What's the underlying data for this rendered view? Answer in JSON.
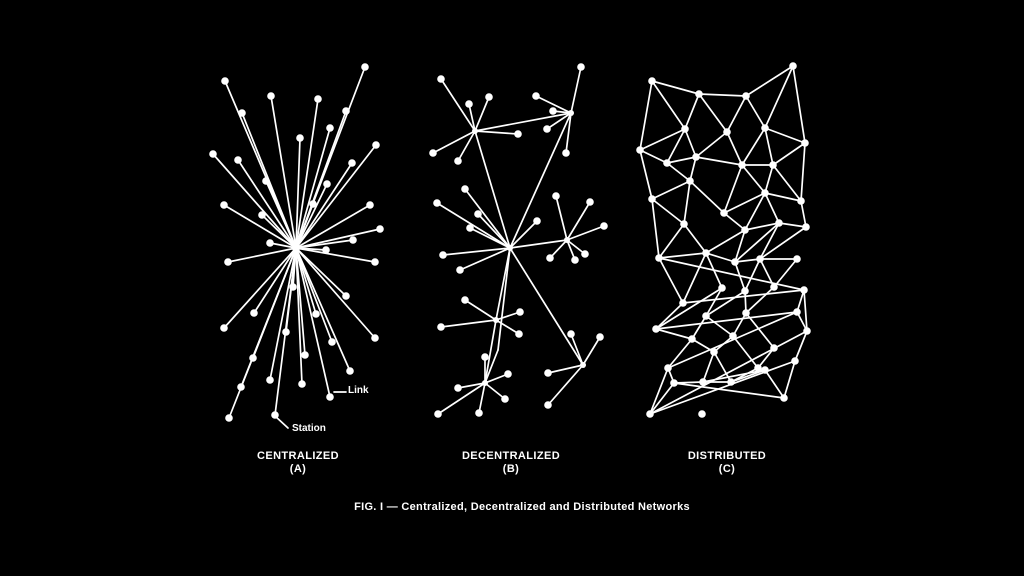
{
  "figure": {
    "caption": "FIG. I — Centralized, Decentralized and Distributed Networks"
  },
  "panels": {
    "centralized": {
      "title": "CENTRALIZED",
      "sub": "(A)",
      "link_label": "Link",
      "station_label": "Station"
    },
    "decentralized": {
      "title": "DECENTRALIZED",
      "sub": "(B)"
    },
    "distributed": {
      "title": "DISTRIBUTED",
      "sub": "(C)"
    }
  },
  "colors": {
    "background": "#000000",
    "ink": "#ffffff"
  }
}
